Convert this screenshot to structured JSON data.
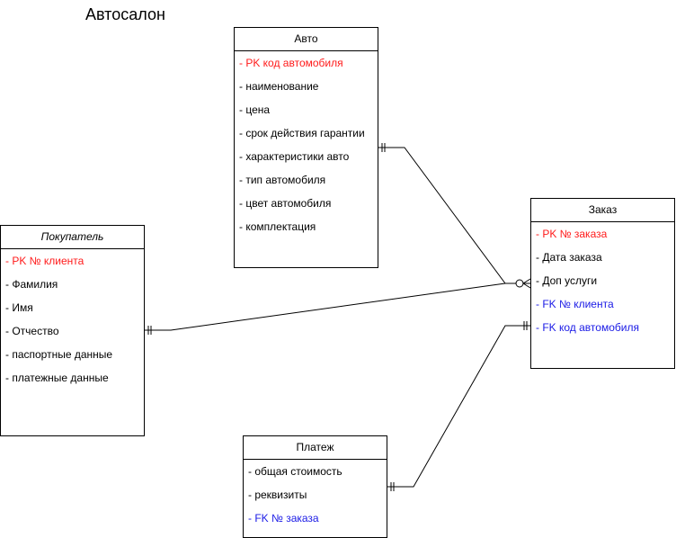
{
  "title": "Автосалон",
  "entities": {
    "avto": {
      "name": "Авто",
      "attributes": [
        {
          "text": "- PK код автомобиля",
          "kind": "pk"
        },
        {
          "text": "- наименование",
          "kind": "plain"
        },
        {
          "text": "- цена",
          "kind": "plain"
        },
        {
          "text": "- срок действия гарантии",
          "kind": "plain"
        },
        {
          "text": "- характеристики авто",
          "kind": "plain"
        },
        {
          "text": "- тип автомобиля",
          "kind": "plain"
        },
        {
          "text": "- цвет автомобиля",
          "kind": "plain"
        },
        {
          "text": "- комплектация",
          "kind": "plain"
        }
      ]
    },
    "pokupatel": {
      "name": "Покупатель",
      "attributes": [
        {
          "text": "- PK № клиента",
          "kind": "pk"
        },
        {
          "text": "- Фамилия",
          "kind": "plain"
        },
        {
          "text": "- Имя",
          "kind": "plain"
        },
        {
          "text": "- Отчество",
          "kind": "plain"
        },
        {
          "text": "- паспортные данные",
          "kind": "plain"
        },
        {
          "text": "- платежные данные",
          "kind": "plain"
        }
      ]
    },
    "zakaz": {
      "name": "Заказ",
      "attributes": [
        {
          "text": "- PK № заказа",
          "kind": "pk"
        },
        {
          "text": "- Дата заказа",
          "kind": "plain"
        },
        {
          "text": "- Доп услуги",
          "kind": "plain"
        },
        {
          "text": "- FK № клиента",
          "kind": "fk"
        },
        {
          "text": "- FK код автомобиля",
          "kind": "fk"
        }
      ]
    },
    "platezh": {
      "name": "Платеж",
      "attributes": [
        {
          "text": "- общая стоимость",
          "kind": "plain"
        },
        {
          "text": "- реквизиты",
          "kind": "plain"
        },
        {
          "text": "- FK № заказа",
          "kind": "fk"
        }
      ]
    }
  },
  "colors": {
    "pk": "#ff1a1a",
    "fk": "#1a1ae6",
    "line": "#000000"
  }
}
